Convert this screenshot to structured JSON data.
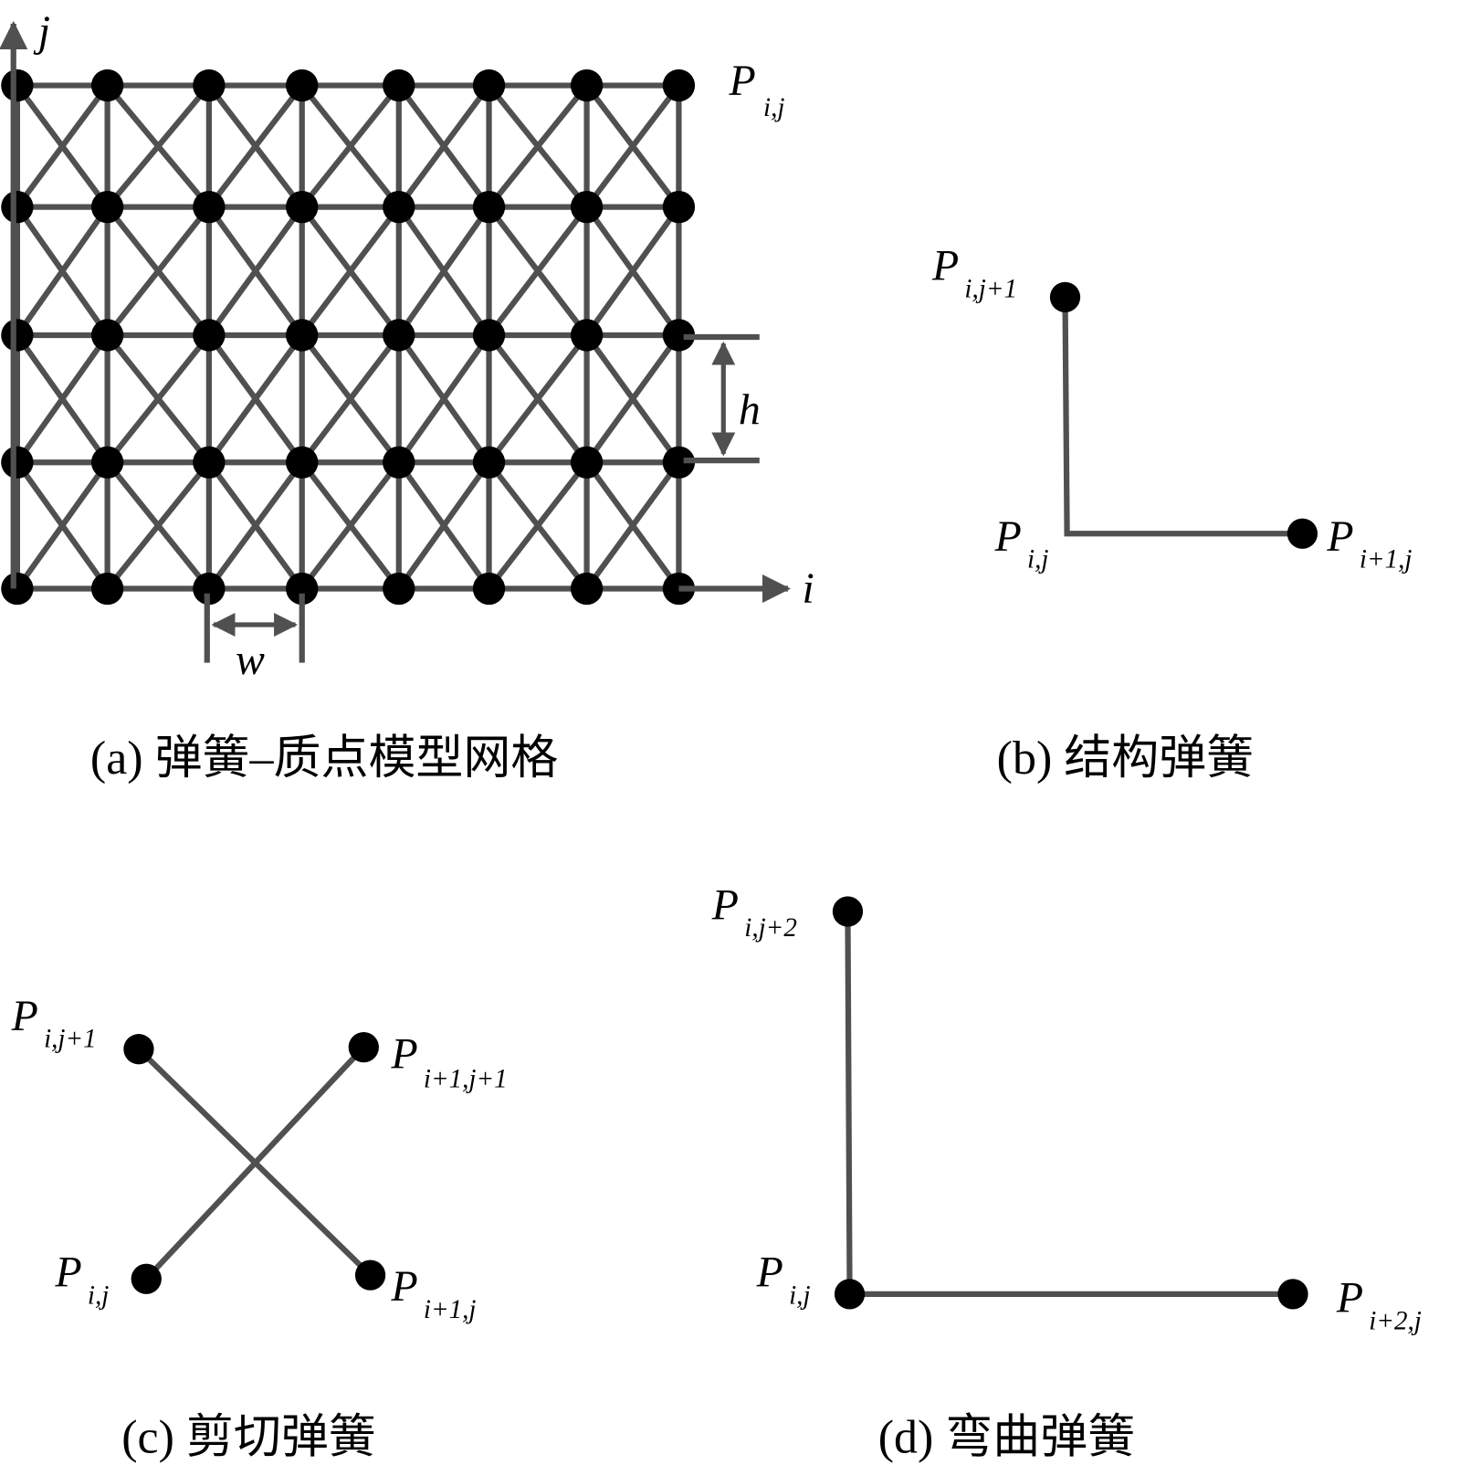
{
  "panel_a": {
    "axis_i": "i",
    "axis_j": "j",
    "node_label": "P",
    "node_sub": "i,j",
    "height_label": "h",
    "width_label": "w",
    "caption": "(a)  弹簧–质点模型网格",
    "grid_columns": 8,
    "grid_rows": 5
  },
  "panel_b": {
    "caption": "(b)  结构弹簧",
    "labels": [
      {
        "p": "P",
        "sub": "i,j+1"
      },
      {
        "p": "P",
        "sub": "i,j"
      },
      {
        "p": "P",
        "sub": "i+1,j"
      }
    ]
  },
  "panel_c": {
    "caption": "(c)  剪切弹簧",
    "labels": [
      {
        "p": "P",
        "sub": "i,j+1"
      },
      {
        "p": "P",
        "sub": "i+1,j+1"
      },
      {
        "p": "P",
        "sub": "i,j"
      },
      {
        "p": "P",
        "sub": "i+1,j"
      }
    ]
  },
  "panel_d": {
    "caption": "(d)  弯曲弹簧",
    "labels": [
      {
        "p": "P",
        "sub": "i,j+2"
      },
      {
        "p": "P",
        "sub": "i,j"
      },
      {
        "p": "P",
        "sub": "i+2,j"
      }
    ]
  }
}
